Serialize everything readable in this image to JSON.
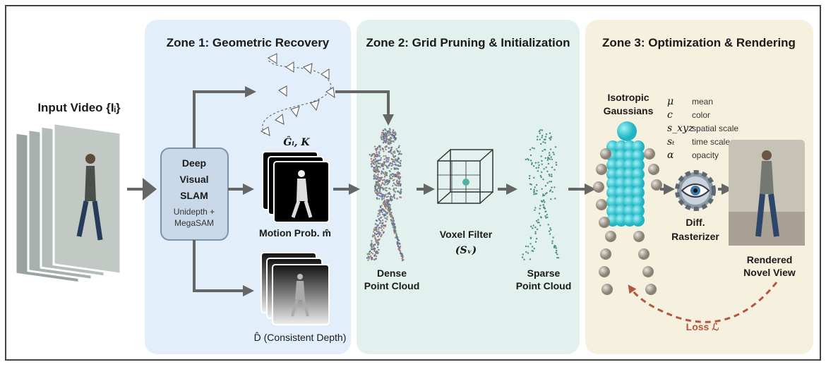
{
  "input": {
    "label": "Input Video {Iᵢ}"
  },
  "zones": [
    {
      "title": "Zone 1: Geometric Recovery",
      "color": "#e2eef9"
    },
    {
      "title": "Zone 2: Grid Pruning & Initialization",
      "color": "#e2f1ee"
    },
    {
      "title": "Zone 3: Optimization & Rendering",
      "color": "#f6f0de"
    }
  ],
  "zone1": {
    "slam_lines": [
      "Deep",
      "Visual",
      "SLAM"
    ],
    "slam_sub": [
      "Unidepth +",
      "MegaSAM"
    ],
    "pose_label": "Ĝᵢ, K",
    "motion_label": "Motion Prob. m̂",
    "depth_label": "D̂ (Consistent Depth)"
  },
  "zone2": {
    "dense_label": [
      "Dense",
      "Point Cloud"
    ],
    "voxel_label": [
      "Voxel Filter",
      "(Sᵥ)"
    ],
    "sparse_label": [
      "Sparse",
      "Point Cloud"
    ]
  },
  "zone3": {
    "gaussians_label": [
      "Isotropic",
      "Gaussians"
    ],
    "params": [
      {
        "sym": "μ",
        "desc": "mean"
      },
      {
        "sym": "c",
        "desc": "color"
      },
      {
        "sym": "s_xyz",
        "desc": "spatial scale"
      },
      {
        "sym": "sₜ",
        "desc": "time scale"
      },
      {
        "sym": "α",
        "desc": "opacity"
      }
    ],
    "rasterizer_label": [
      "Diff.",
      "Rasterizer"
    ],
    "rendered_label": [
      "Rendered",
      "Novel View"
    ],
    "loss_label": "Loss ℒ",
    "loss_color": "#b5553f"
  }
}
